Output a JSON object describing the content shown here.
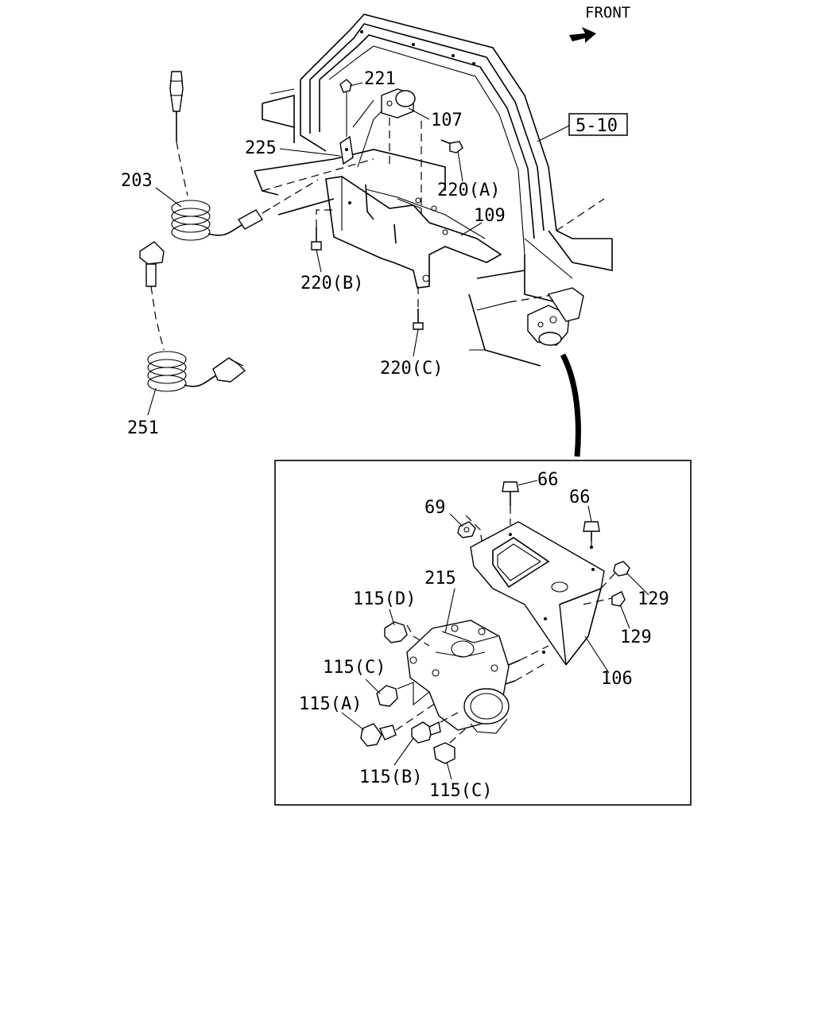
{
  "front_label": "FRONT",
  "ref_box": "5-10",
  "labels": {
    "p221": "221",
    "p107": "107",
    "p225": "225",
    "p203": "203",
    "p220a": "220(A)",
    "p109": "109",
    "p220b": "220(B)",
    "p220c": "220(C)",
    "p251": "251",
    "p66a": "66",
    "p66b": "66",
    "p69": "69",
    "p215": "215",
    "p115d": "115(D)",
    "p129a": "129",
    "p129b": "129",
    "p115c1": "115(C)",
    "p106": "106",
    "p115a": "115(A)",
    "p115b": "115(B)",
    "p115c2": "115(C)"
  }
}
